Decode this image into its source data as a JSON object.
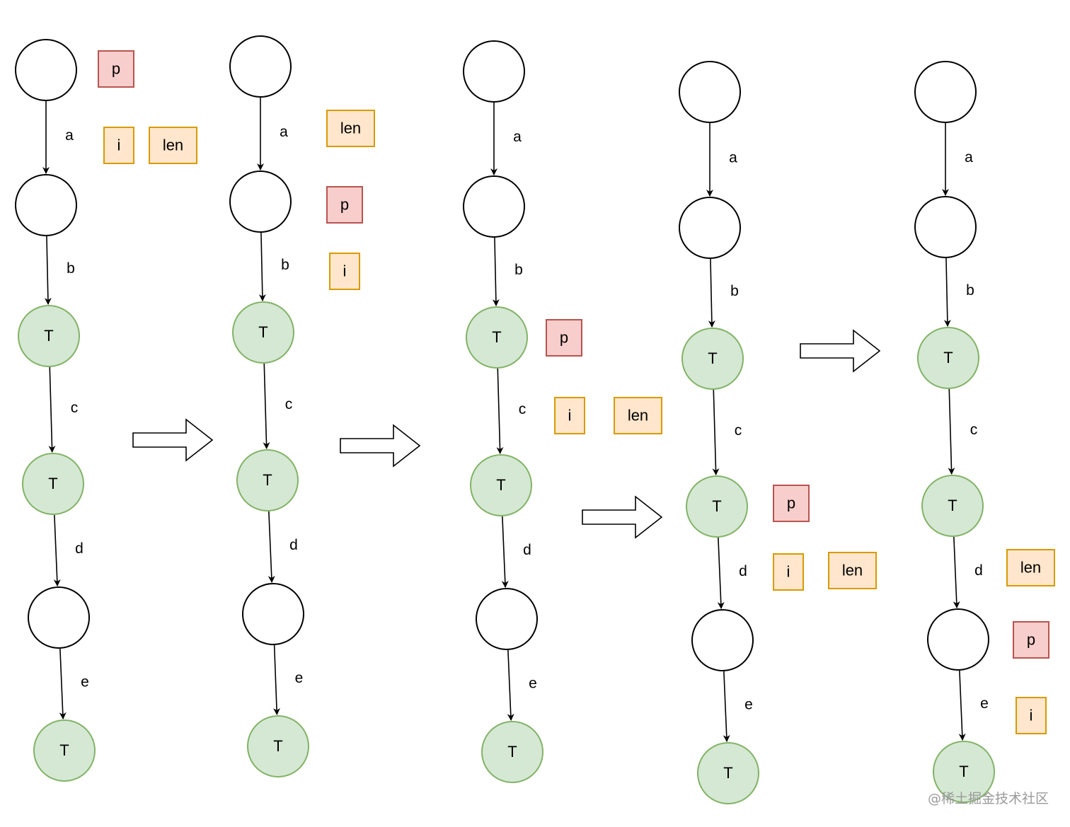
{
  "colors": {
    "empty_fill": "#ffffff",
    "empty_stroke": "#000000",
    "terminal_fill": "#d5e8d4",
    "terminal_stroke": "#82b366",
    "p_fill": "#f8cecc",
    "p_stroke": "#b85450",
    "pointer_fill": "#ffe6cc",
    "pointer_stroke": "#d79b00"
  },
  "terminal_label": "T",
  "edge_labels": [
    "a",
    "b",
    "c",
    "d",
    "e"
  ],
  "node_types": [
    "empty",
    "empty",
    "terminal",
    "terminal",
    "empty",
    "terminal"
  ],
  "pointer_labels": {
    "p": "p",
    "i": "i",
    "len": "len"
  },
  "watermark": "@稀土掘金技术社区"
}
